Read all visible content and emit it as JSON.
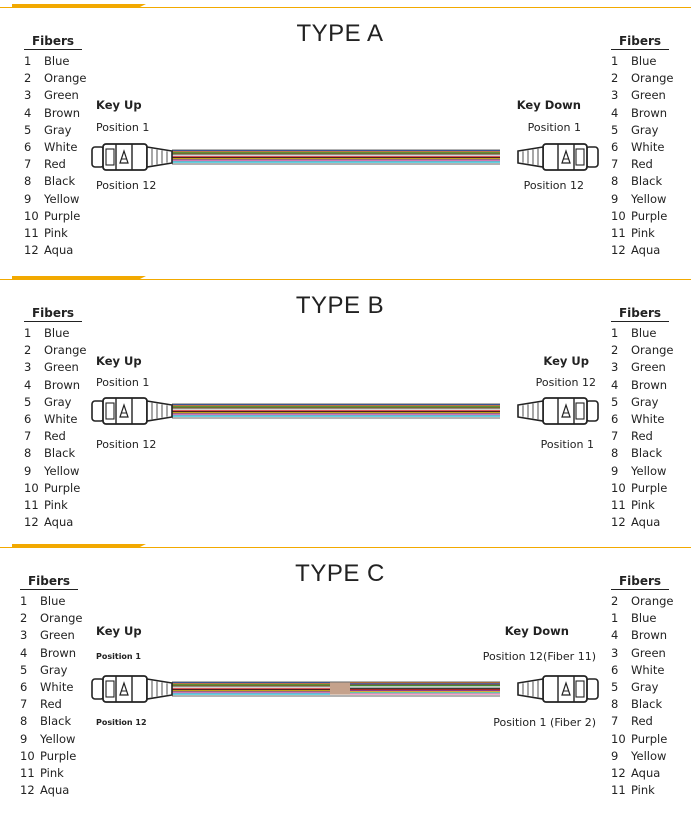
{
  "colors": {
    "accent": "#f2a900",
    "fiber_colors": {
      "Blue": "#2b57c8",
      "Orange": "#f07f1d",
      "Green": "#2c9a3c",
      "Brown": "#8a5a2b",
      "Gray": "#9a9a9a",
      "White": "#e8e8e8",
      "Red": "#d9262b",
      "Black": "#1b1b1b",
      "Yellow": "#f4d21a",
      "Purple": "#7b3fa8",
      "Pink": "#f08cb4",
      "Aqua": "#35c3d6"
    }
  },
  "panels": [
    {
      "title": "TYPE A",
      "left_fibers": {
        "header": "Fibers",
        "rows": [
          {
            "n": "1",
            "c": "Blue"
          },
          {
            "n": "2",
            "c": "Orange"
          },
          {
            "n": "3",
            "c": "Green"
          },
          {
            "n": "4",
            "c": "Brown"
          },
          {
            "n": "5",
            "c": "Gray"
          },
          {
            "n": "6",
            "c": "White"
          },
          {
            "n": "7",
            "c": "Red"
          },
          {
            "n": "8",
            "c": "Black"
          },
          {
            "n": "9",
            "c": "Yellow"
          },
          {
            "n": "10",
            "c": "Purple"
          },
          {
            "n": "11",
            "c": "Pink"
          },
          {
            "n": "12",
            "c": "Aqua"
          }
        ]
      },
      "right_fibers": {
        "header": "Fibers",
        "rows": [
          {
            "n": "1",
            "c": "Blue"
          },
          {
            "n": "2",
            "c": "Orange"
          },
          {
            "n": "3",
            "c": "Green"
          },
          {
            "n": "4",
            "c": "Brown"
          },
          {
            "n": "5",
            "c": "Gray"
          },
          {
            "n": "6",
            "c": "White"
          },
          {
            "n": "7",
            "c": "Red"
          },
          {
            "n": "8",
            "c": "Black"
          },
          {
            "n": "9",
            "c": "Yellow"
          },
          {
            "n": "10",
            "c": "Purple"
          },
          {
            "n": "11",
            "c": "Pink"
          },
          {
            "n": "12",
            "c": "Aqua"
          }
        ]
      },
      "left_key": "Key Up",
      "left_top": "Position 1",
      "left_bottom": "Position 12",
      "right_key": "Key Down",
      "right_top": "Position 1",
      "right_bottom": "Position 12"
    },
    {
      "title": "TYPE B",
      "left_fibers": {
        "header": "Fibers",
        "rows": [
          {
            "n": "1",
            "c": "Blue"
          },
          {
            "n": "2",
            "c": "Orange"
          },
          {
            "n": "3",
            "c": "Green"
          },
          {
            "n": "4",
            "c": "Brown"
          },
          {
            "n": "5",
            "c": "Gray"
          },
          {
            "n": "6",
            "c": "White"
          },
          {
            "n": "7",
            "c": "Red"
          },
          {
            "n": "8",
            "c": "Black"
          },
          {
            "n": "9",
            "c": "Yellow"
          },
          {
            "n": "10",
            "c": "Purple"
          },
          {
            "n": "11",
            "c": "Pink"
          },
          {
            "n": "12",
            "c": "Aqua"
          }
        ]
      },
      "right_fibers": {
        "header": "Fibers",
        "rows": [
          {
            "n": "1",
            "c": "Blue"
          },
          {
            "n": "2",
            "c": "Orange"
          },
          {
            "n": "3",
            "c": "Green"
          },
          {
            "n": "4",
            "c": "Brown"
          },
          {
            "n": "5",
            "c": "Gray"
          },
          {
            "n": "6",
            "c": "White"
          },
          {
            "n": "7",
            "c": "Red"
          },
          {
            "n": "8",
            "c": "Black"
          },
          {
            "n": "9",
            "c": "Yellow"
          },
          {
            "n": "10",
            "c": "Purple"
          },
          {
            "n": "11",
            "c": "Pink"
          },
          {
            "n": "12",
            "c": "Aqua"
          }
        ]
      },
      "left_key": "Key Up",
      "left_top": "Position 1",
      "left_bottom": "Position 12",
      "right_key": "Key Up",
      "right_top": "Position 12",
      "right_bottom": "Position 1"
    },
    {
      "title": "TYPE C",
      "left_fibers": {
        "header": "Fibers",
        "rows": [
          {
            "n": "1",
            "c": "Blue"
          },
          {
            "n": "2",
            "c": "Orange"
          },
          {
            "n": "3",
            "c": "Green"
          },
          {
            "n": "4",
            "c": "Brown"
          },
          {
            "n": "5",
            "c": "Gray"
          },
          {
            "n": "6",
            "c": "White"
          },
          {
            "n": "7",
            "c": "Red"
          },
          {
            "n": "8",
            "c": "Black"
          },
          {
            "n": "9",
            "c": "Yellow"
          },
          {
            "n": "10",
            "c": "Purple"
          },
          {
            "n": "11",
            "c": "Pink"
          },
          {
            "n": "12",
            "c": "Aqua"
          }
        ]
      },
      "right_fibers": {
        "header": "Fibers",
        "rows": [
          {
            "n": "2",
            "c": "Orange"
          },
          {
            "n": "1",
            "c": "Blue"
          },
          {
            "n": "4",
            "c": "Brown"
          },
          {
            "n": "3",
            "c": "Green"
          },
          {
            "n": "6",
            "c": "White"
          },
          {
            "n": "5",
            "c": "Gray"
          },
          {
            "n": "8",
            "c": "Black"
          },
          {
            "n": "7",
            "c": "Red"
          },
          {
            "n": "10",
            "c": "Purple"
          },
          {
            "n": "9",
            "c": "Yellow"
          },
          {
            "n": "12",
            "c": "Aqua"
          },
          {
            "n": "11",
            "c": "Pink"
          }
        ]
      },
      "left_key": "Key Up",
      "left_top": "Position 1",
      "left_bottom": "Position 12",
      "right_key": "Key Down",
      "right_top": "Position 12(Fiber 11)",
      "right_bottom": "Position 1 (Fiber 2)"
    }
  ]
}
